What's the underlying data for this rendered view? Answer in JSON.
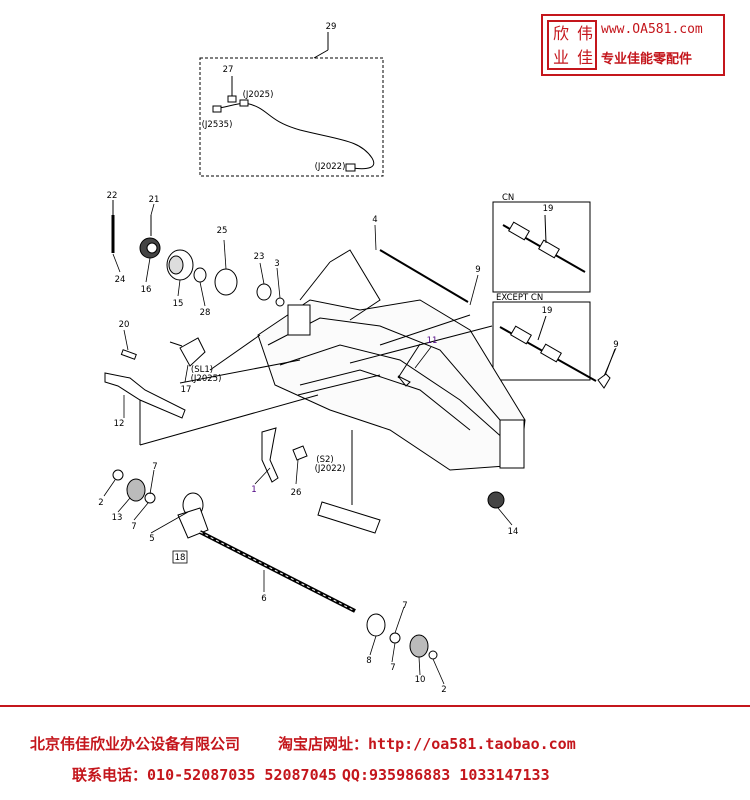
{
  "logo": {
    "seal_chars": [
      "欣",
      "伟",
      "业",
      "佳"
    ],
    "url": "www.OA581.com",
    "slogan": "专业佳能零配件"
  },
  "callouts": {
    "c29": "29",
    "c27": "27",
    "j2025_top": "(J2025)",
    "j2535": "(J2535)",
    "j2022_top": "(J2022)",
    "c22": "22",
    "c21": "21",
    "c24": "24",
    "c16": "16",
    "c15": "15",
    "c28": "28",
    "c25": "25",
    "c23": "23",
    "c3": "3",
    "c4": "4",
    "c9a": "9",
    "c20": "20",
    "c17": "17",
    "sl1": "(SL1)",
    "j2025_mid": "(J2025)",
    "c12": "12",
    "c11": "11",
    "c1": "1",
    "s2": "(S2)",
    "j2022_mid": "(J2022)",
    "c26": "26",
    "c2a": "2",
    "c13": "13",
    "c7a": "7",
    "c7b": "7",
    "c5": "5",
    "c18": "18",
    "c6": "6",
    "c7c": "7",
    "c8": "8",
    "c7d": "7",
    "c10": "10",
    "c2b": "2",
    "c14": "14",
    "cn": "CN",
    "c19a": "19",
    "except_cn": "EXCEPT CN",
    "c19b": "19",
    "c9b": "9"
  },
  "footer": {
    "company": "北京伟佳欣业办公设备有限公司",
    "shop_label": "淘宝店网址：",
    "shop_url": "http://oa581.taobao.com",
    "phone_label": "联系电话：",
    "phone": "010-52087035 52087045",
    "qq_label": "QQ:",
    "qq": "935986883 1033147133"
  },
  "colors": {
    "accent": "#c4161c",
    "line": "#000000",
    "callout_purple": "#4b0082"
  }
}
